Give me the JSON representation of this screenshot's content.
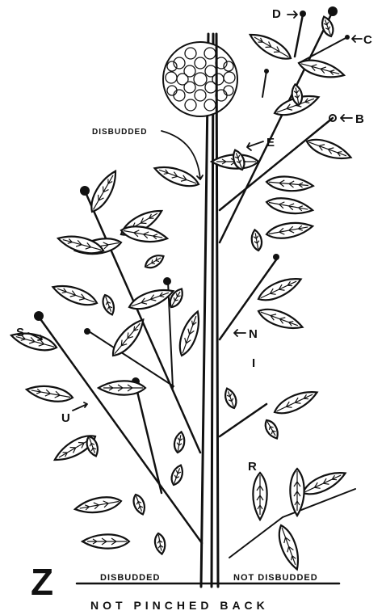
{
  "figure": {
    "number": "Z",
    "caption": "NOT PINCHED BACK",
    "left_ground_label": "DISBUDDED",
    "right_ground_label": "NOT DISBUDDED",
    "disbudded_callout": "DISBUDDED"
  },
  "labels": {
    "D": "D",
    "C": "C",
    "B": "B",
    "E": "E",
    "N": "N",
    "I": "I",
    "R": "R",
    "S": "S",
    "U": "U"
  }
}
